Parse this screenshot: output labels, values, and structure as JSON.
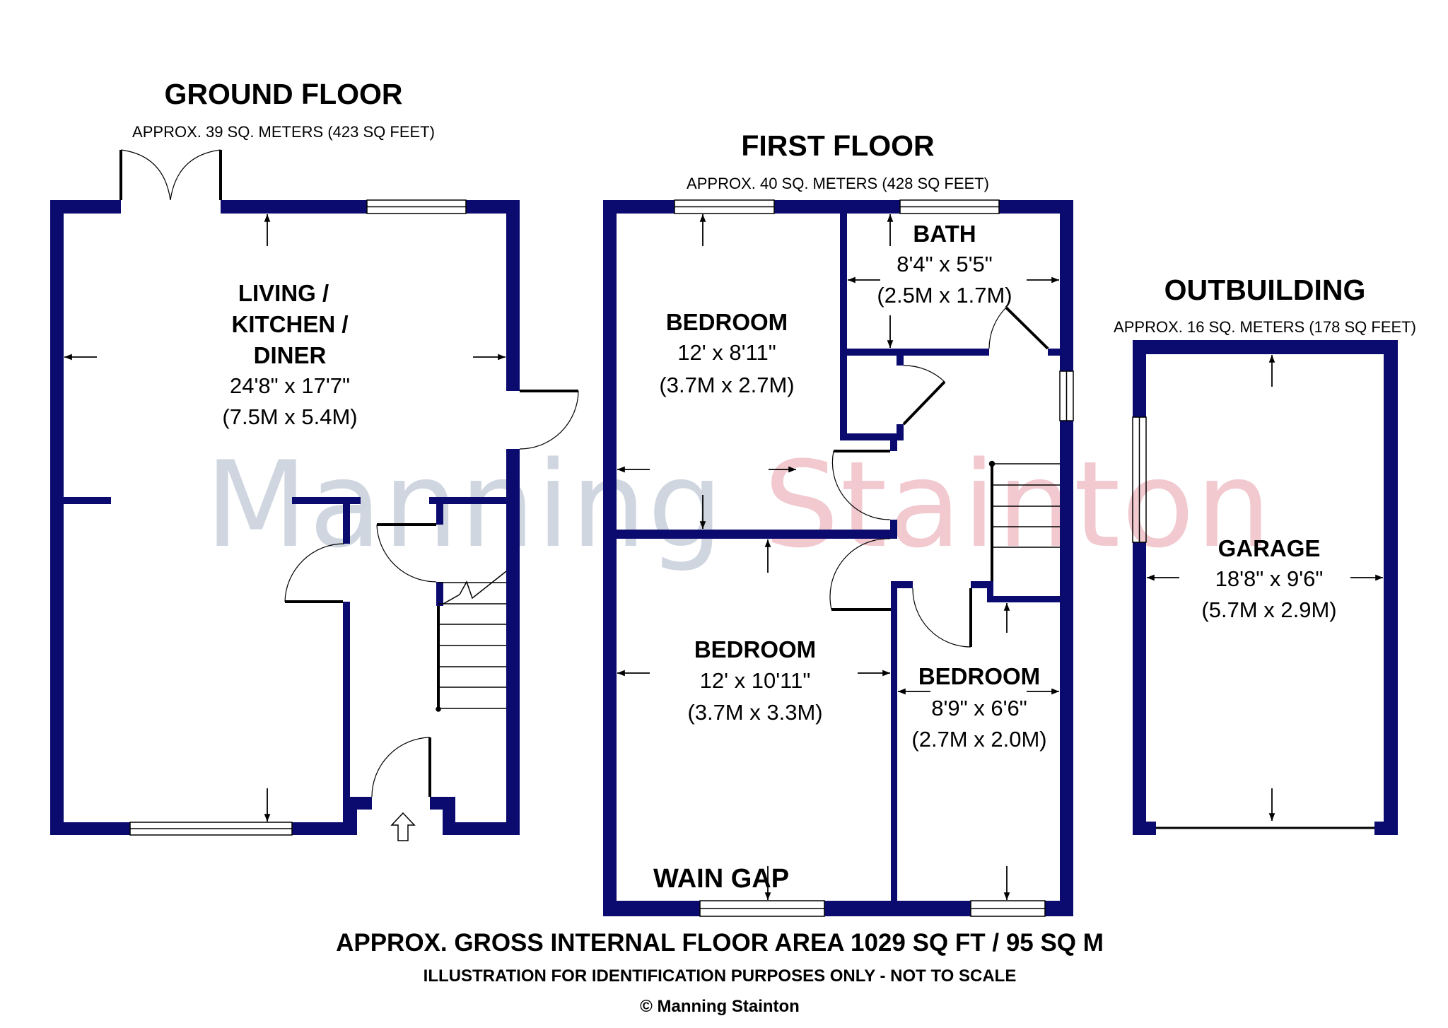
{
  "colors": {
    "wall": "#0b0b6f",
    "watermark_primary": "#cfd6e0",
    "watermark_secondary": "#f1c9cf",
    "line": "#000000",
    "background": "#ffffff"
  },
  "watermark": {
    "word1": "Manning",
    "word2": "Stainton"
  },
  "floors": {
    "ground": {
      "title": "GROUND FLOOR",
      "area": "APPROX. 39 SQ. METERS (423 SQ FEET)",
      "rooms": [
        {
          "name_lines": [
            "LIVING /",
            "KITCHEN /",
            "DINER"
          ],
          "dim_imperial": "24'8\" x 17'7\"",
          "dim_metric": "(7.5M x 5.4M)"
        }
      ]
    },
    "first": {
      "title": "FIRST FLOOR",
      "area": "APPROX. 40 SQ. METERS (428 SQ FEET)",
      "rooms": [
        {
          "name": "BATH",
          "dim_imperial": "8'4\" x 5'5\"",
          "dim_metric": "(2.5M x 1.7M)"
        },
        {
          "name": "BEDROOM",
          "dim_imperial": "12' x 8'11\"",
          "dim_metric": "(3.7M x 2.7M)"
        },
        {
          "name": "BEDROOM",
          "dim_imperial": "12' x 10'11\"",
          "dim_metric": "(3.7M x 3.3M)"
        },
        {
          "name": "BEDROOM",
          "dim_imperial": "8'9\" x 6'6\"",
          "dim_metric": "(2.7M x 2.0M)"
        }
      ]
    },
    "outbuilding": {
      "title": "OUTBUILDING",
      "area": "APPROX. 16 SQ. METERS (178 SQ FEET)",
      "rooms": [
        {
          "name": "GARAGE",
          "dim_imperial": "18'8\" x 9'6\"",
          "dim_metric": "(5.7M x 2.9M)"
        }
      ]
    }
  },
  "footer": {
    "street": "WAIN GAP",
    "gross_area": "APPROX. GROSS INTERNAL FLOOR AREA 1029 SQ FT / 95 SQ M",
    "disclaimer": "ILLUSTRATION FOR IDENTIFICATION PURPOSES ONLY - NOT TO SCALE",
    "copyright": "© Manning Stainton"
  },
  "icons": {
    "entrance": "entrance-arrow-icon",
    "dimension_arrow": "dimension-arrow-icon"
  }
}
